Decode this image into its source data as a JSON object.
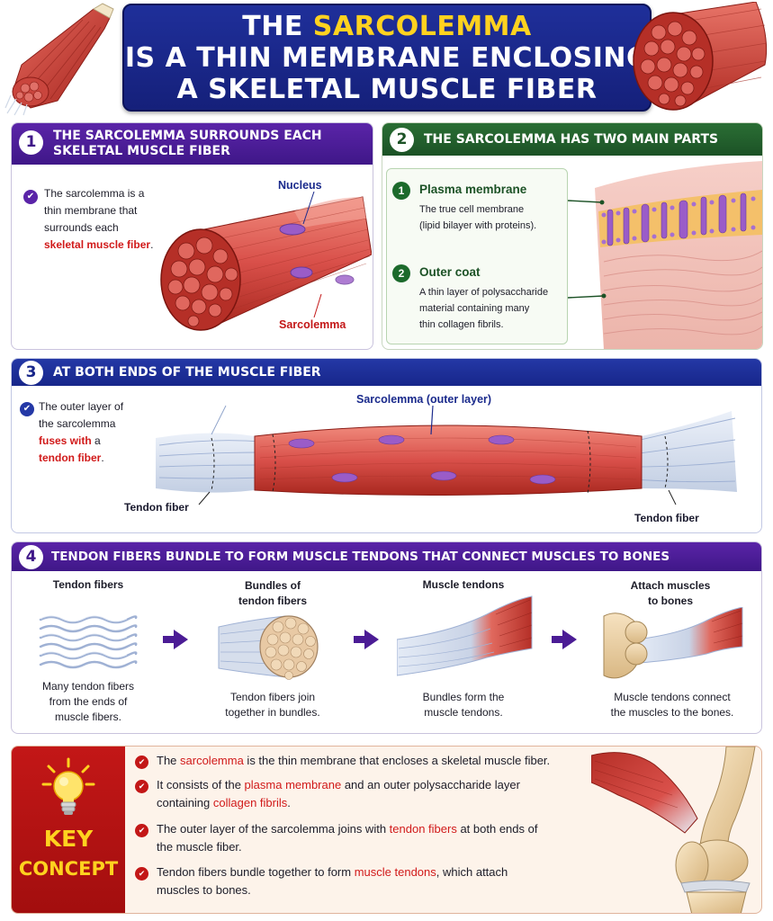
{
  "header": {
    "line1_pre": "THE ",
    "line1_hl": "SARCOLEMMA",
    "line2": "IS A THIN MEMBRANE ENCLOSING",
    "line3": "A SKELETAL MUSCLE FIBER"
  },
  "section1": {
    "number": "1",
    "title_line1": "THE SARCOLEMMA SURROUNDS  EACH",
    "title_line2": "SKELETAL MUSCLE FIBER",
    "text_1": "The sarcolemma is a",
    "text_2": "thin membrane that",
    "text_3": "surrounds each",
    "text_red": "skeletal muscle fiber",
    "text_end": ".",
    "label_nucleus": "Nucleus",
    "label_sarcolemma": "Sarcolemma"
  },
  "section2": {
    "number": "2",
    "title": "THE SARCOLEMMA HAS TWO MAIN PARTS",
    "part1": {
      "number": "1",
      "title": "Plasma membrane",
      "desc_1": "The true cell membrane",
      "desc_2": "(lipid bilayer with proteins)."
    },
    "part2": {
      "number": "2",
      "title": "Outer coat",
      "desc_1": "A thin layer of polysaccharide",
      "desc_2": "material containing many",
      "desc_3": "thin collagen fibrils."
    }
  },
  "section3": {
    "number": "3",
    "title": "AT BOTH ENDS OF THE MUSCLE FIBER",
    "text_1": "The outer layer of",
    "text_2": "the sarcolemma",
    "text_red1": "fuses with",
    "text_mid": " a",
    "text_red2": "tendon fiber",
    "text_end": ".",
    "label_outer": "Sarcolemma (outer layer)",
    "label_tendon_left": "Tendon fiber",
    "label_tendon_right": "Tendon fiber"
  },
  "section4": {
    "number": "4",
    "title": "TENDON FIBERS BUNDLE TO FORM MUSCLE TENDONS THAT CONNECT MUSCLES TO BONES",
    "steps": [
      {
        "title_1": "Tendon fibers",
        "title_2": "",
        "desc_1": "Many tendon fibers",
        "desc_2": "from the ends of",
        "desc_3": "muscle fibers."
      },
      {
        "title_1": "Bundles of",
        "title_2": "tendon fibers",
        "desc_1": "Tendon fibers join",
        "desc_2": "together in bundles.",
        "desc_3": ""
      },
      {
        "title_1": "Muscle tendons",
        "title_2": "",
        "desc_1": "Bundles form the",
        "desc_2": "muscle tendons.",
        "desc_3": ""
      },
      {
        "title_1": "Attach muscles",
        "title_2": "to bones",
        "desc_1": "Muscle tendons connect",
        "desc_2": "the muscles to the bones.",
        "desc_3": ""
      }
    ]
  },
  "key_concept": {
    "label_1": "KEY",
    "label_2": "CONCEPT",
    "items": [
      {
        "a": "The ",
        "r": "sarcolemma",
        "b": " is the thin membrane that encloses a skeletal muscle fiber.",
        "r2": "",
        "c": "",
        "line2": ""
      },
      {
        "a": "It consists of the ",
        "r": "plasma membrane",
        "b": " and an outer polysaccharide layer",
        "line2_a": "containing ",
        "line2_r": "collagen fibrils",
        "line2_b": "."
      },
      {
        "a": "The outer layer of the sarcolemma joins with ",
        "r": "tendon fibers",
        "b": " at both ends of",
        "line2_a": "the muscle fiber.",
        "line2_r": "",
        "line2_b": ""
      },
      {
        "a": "Tendon fibers bundle together to form ",
        "r": "muscle tendons",
        "b": ", which attach",
        "line2_a": "muscles to bones.",
        "line2_r": "",
        "line2_b": ""
      }
    ]
  },
  "colors": {
    "header_blue": "#1f2f9a",
    "highlight_yellow": "#ffd21f",
    "section_purple": "#4b1c95",
    "section_green": "#1f5a2a",
    "section_blue": "#1c2f93",
    "accent_red": "#d11a1a",
    "muscle_red": "#d9504a",
    "membrane_purple": "#9a5cc8"
  }
}
